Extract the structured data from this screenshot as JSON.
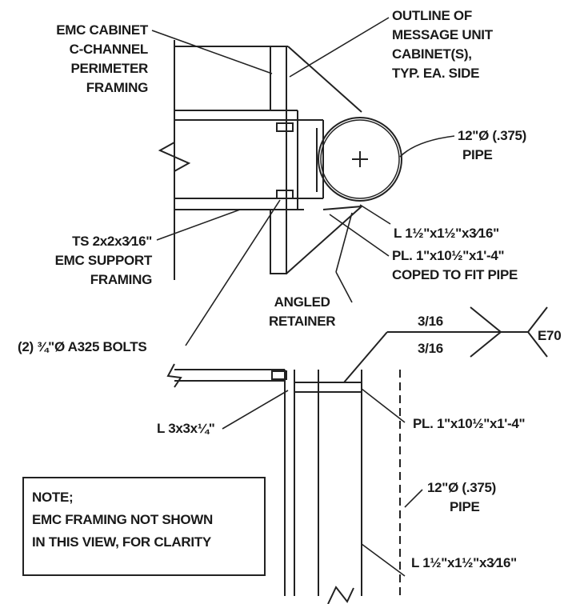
{
  "labels": {
    "emc_cabinet": [
      "EMC CABINET",
      "C-CHANNEL",
      "PERIMETER",
      "FRAMING"
    ],
    "outline": [
      "OUTLINE OF",
      "MESSAGE UNIT",
      "CABINET(S),",
      "TYP. EA. SIDE"
    ],
    "pipe_top": [
      "12\"Ø (.375)",
      "PIPE"
    ],
    "angle_top": "L 1½\"x1½\"x3⁄16\"",
    "plate_top": [
      "PL. 1\"x10½\"x1'-4\"",
      "COPED TO FIT PIPE"
    ],
    "ts": [
      "TS 2x2x3⁄16\"",
      "EMC SUPPORT",
      "FRAMING"
    ],
    "angled_retainer": [
      "ANGLED",
      "RETAINER"
    ],
    "bolts": "(2) ¾\"Ø A325 BOLTS",
    "weld_top": "3/16",
    "weld_bottom": "3/16",
    "electrode": "E70",
    "angle_l3": "L 3x3x¼\"",
    "plate_bottom": "PL. 1\"x10½\"x1'-4\"",
    "pipe_bottom": [
      "12\"Ø (.375)",
      "PIPE"
    ],
    "angle_bottom": "L 1½\"x1½\"x3⁄16\"",
    "note": [
      "NOTE;",
      "EMC FRAMING NOT SHOWN",
      "IN THIS VIEW, FOR CLARITY"
    ]
  }
}
